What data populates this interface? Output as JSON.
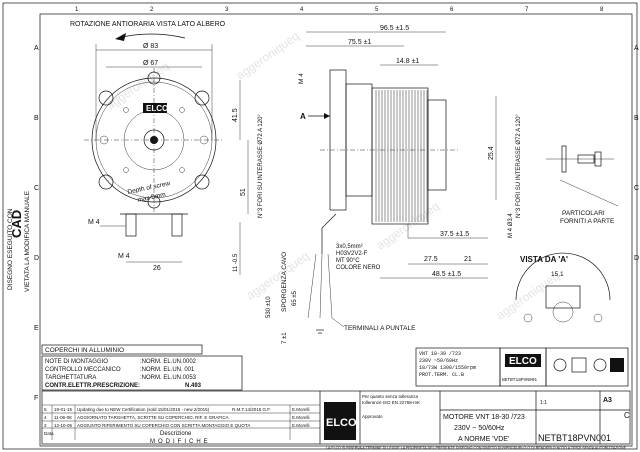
{
  "top_caption": "ROTAZIONE ANTIORARIA VISTA LATO ALBERO",
  "dimensions": {
    "dia_83": "Ø 83",
    "dia_67": "Ø 67",
    "d_415": "41.5",
    "d_51": "51",
    "d_26": "26",
    "d_m4_left": "M 4",
    "d_m4_bottom": "M 4",
    "d_11": "11 -0.5",
    "d_965": "96.5 ±1.5",
    "d_755": "75.5 ±1",
    "d_148": "14.8 ±1",
    "d_m4_top": "M 4",
    "d_254": "25.4",
    "d_m4_34": "M 4 Ø3.4",
    "d_375": "37.5 ±1.5",
    "d_275": "27.5",
    "d_21": "21",
    "d_485": "48.5 ±1.5",
    "d_530": "530 ±10",
    "d_65": "65 ±5",
    "d_7": "7 ±1"
  },
  "labels": {
    "depth_screw_1": "Depth of screw",
    "depth_screw_2": "max 5mm",
    "holes_left": "N°3 FORI SU INTERASSE Ø72 A 120°",
    "holes_right": "N°3 FORI SU INTERASSE Ø72 A 120°",
    "arrow_a": "A",
    "cable_1": "3x0,5mm²",
    "cable_2": "H03V2V2-F",
    "cable_3": "MT 90°C",
    "cable_4": "COLORE NERO",
    "sporgenza": "SPORGENZA CAVO",
    "terminali": "TERMINALI A PUNTALE",
    "particolari_1": "PARTICOLARI",
    "particolari_2": "FORNITI A PARTE",
    "vista_a": "VISTA DA 'A'",
    "d_151": "15,1",
    "side_1": "DISEGNO ESEGUITO CON",
    "side_2": "CAD",
    "side_3": "VIETATA LA MODIFICA MANUALE",
    "cover": "COPERCHI IN ALLUMINIO"
  },
  "notes": [
    {
      "label": "NOTE DI MONTAGGIO",
      "value": ":NORM. EL.UN.0002"
    },
    {
      "label": "CONTROLLO MECCANICO",
      "value": ":NORM. EL.UN. 001"
    },
    {
      "label": "TARGHETTATURA",
      "value": ":NORM. EL.UN.0053"
    },
    {
      "label": "CONTR.ELETTR.PRESCRIZIONE:",
      "value": "N.493"
    }
  ],
  "nameplate": {
    "line1": "VNT 18-30   /723",
    "line2": "230V ~50/60Hz",
    "line3": "18/73W  1300/1550rpm",
    "line4": "PROT.TERM.  CL.B",
    "label": "NETBT18PVN001"
  },
  "title_block": {
    "brand": "ELCO",
    "description": "MOTORE VNT 18-30 /723",
    "voltage": "230V ~ 50/60Hz",
    "norm": "A NORME 'VDE'",
    "drawing_number": "NETBT18PVN001",
    "format": "A3",
    "sheet": "C",
    "scale": "1:1",
    "note_1": "Per quanto senza tolleranza",
    "note_2": "tolleranze ISO EN 22768-mK",
    "approval": "Approvato",
    "mod_header": "MODIFICHE",
    "description_header": "Descrizione",
    "date_header": "Data",
    "revisions": [
      {
        "n": "5",
        "date": "19-01-15",
        "desc": "Updating due to NEW Certification (sold 15/01/2015 - new 2/2015)",
        "ref": "R.M.T.14/2015 G.F.",
        "by": "E.Morelli"
      },
      {
        "n": "4",
        "date": "11-06-08",
        "desc": "AGGIORNATO TARGHETTA, SCRITTE SU COPERCHIO, RIF. E GRAFICA",
        "ref": "",
        "by": "E.Morelli"
      },
      {
        "n": "3",
        "date": "12-10-05",
        "desc": "AGGIUNTO RIFERIMENTO SU COPERCHIO CON SCRITTA MONTAGGIO E QUOTA",
        "ref": "",
        "by": "E.Morelli"
      },
      {
        "n": "",
        "date": "",
        "desc": "",
        "ref": "",
        "by": ""
      }
    ]
  },
  "footer_text": "LA ELCO SI RISERVA A TERMINE DI LEGGE LA PROPRIETÀ DEL PRESENTE DISEGNO CON DIVIETO DI RIPRODURLO O DI RENDERLO NOTO A TERZI SENZA AUTORIZZAZIONE",
  "watermark": "aggeroniqueq",
  "border_letters": [
    "A",
    "B",
    "C",
    "D",
    "E",
    "F"
  ],
  "border_numbers": [
    "1",
    "2",
    "3",
    "4",
    "5",
    "6",
    "7",
    "8"
  ]
}
